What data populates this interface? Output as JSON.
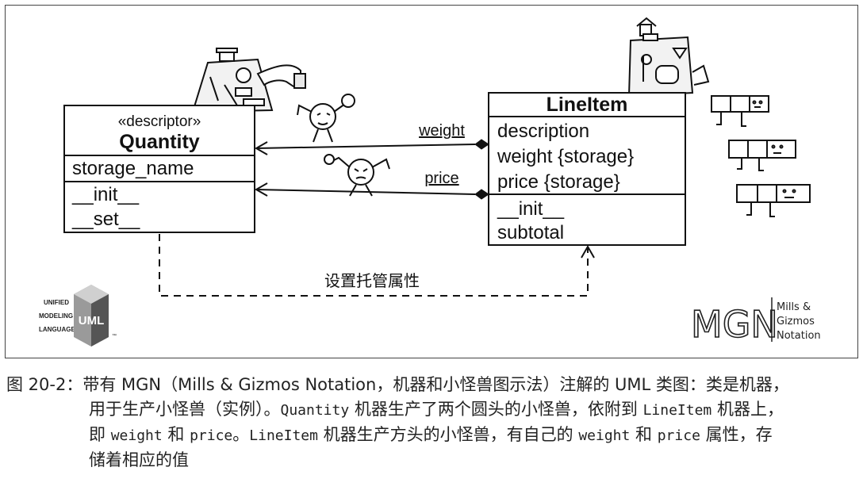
{
  "diagram": {
    "quantity": {
      "stereotype": "«descriptor»",
      "name": "Quantity",
      "attributes": [
        "storage_name"
      ],
      "methods": [
        "__init__",
        "__set__"
      ]
    },
    "lineitem": {
      "name": "LineItem",
      "attributes": [
        "description",
        "weight {storage}",
        "price {storage}"
      ],
      "methods": [
        "__init__",
        "subtotal"
      ]
    },
    "associations": {
      "weight_label": "weight",
      "price_label": "price"
    },
    "dependency_label": "设置托管属性",
    "uml_logo": {
      "words": [
        "UNIFIED",
        "MODELING",
        "LANGUAGE"
      ],
      "letters": "UML",
      "tm": "™"
    },
    "mgn_logo": {
      "letters": "MGN",
      "words": [
        "Mills &",
        "Gizmos",
        "Notation"
      ]
    }
  },
  "caption": {
    "line1": "图 20-2：带有 MGN（Mills & Gizmos Notation，机器和小怪兽图示法）注解的 UML 类图：类是机器，",
    "line2_a": "用于生产小怪兽（实例）。",
    "line2_code1": "Quantity",
    "line2_b": " 机器生产了两个圆头的小怪兽，依附到 ",
    "line2_code2": "LineItem",
    "line2_c": " 机器上，",
    "line3_a": "即 ",
    "line3_code1": "weight",
    "line3_b": " 和 ",
    "line3_code2": "price",
    "line3_c": "。",
    "line3_code3": "LineItem",
    "line3_d": " 机器生产方头的小怪兽，有自己的 ",
    "line3_code4": "weight",
    "line3_e": " 和 ",
    "line3_code5": "price",
    "line3_f": " 属性，存",
    "line4": "储着相应的值"
  }
}
